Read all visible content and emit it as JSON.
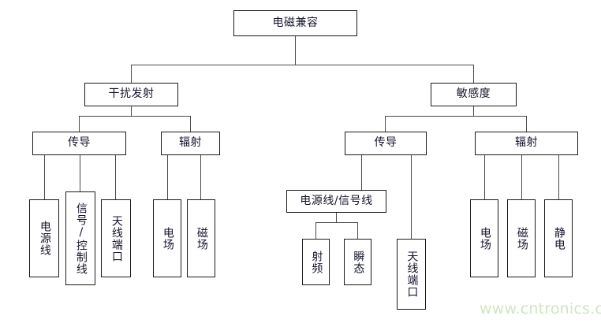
{
  "diagram": {
    "type": "tree",
    "title": "电磁兼容",
    "watermark": "www.cntronics.com",
    "colors": {
      "box_border": "#1a1a1a",
      "edge": "#4a4a4a",
      "text": "#14142b",
      "background": "#ffffff",
      "watermark": "#cfe6c4"
    },
    "nodes": {
      "root": "电磁兼容",
      "emission": "干扰发射",
      "susceptibility": "敏感度",
      "emission_conducted": "传导",
      "emission_radiated": "辐射",
      "susceptibility_conducted": "传导",
      "susceptibility_radiated": "辐射",
      "em_cond_power_line": "电源线",
      "em_cond_signal_control_line": "信号/控制线",
      "em_cond_antenna_port": "天线端口",
      "em_rad_e_field": "电场",
      "em_rad_h_field": "磁场",
      "su_cond_power_signal_line": "电源线/信号线",
      "su_cond_rf": "射频",
      "su_cond_transient": "瞬态",
      "su_cond_antenna_port": "天线端口",
      "su_rad_e_field": "电场",
      "su_rad_h_field": "磁场",
      "su_rad_esd": "静电"
    }
  }
}
